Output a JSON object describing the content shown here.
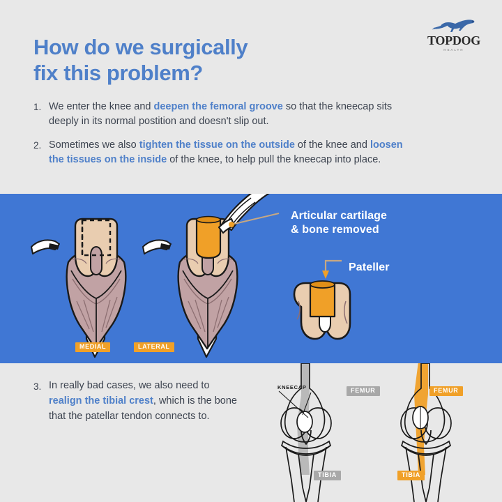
{
  "header": {
    "title_line1": "How do we surgically",
    "title_line2": "fix this problem?",
    "title_color": "#4f80c9",
    "background_color": "#e8e8e8"
  },
  "logo": {
    "icon": "leaping-dog-icon",
    "wordmark": "TOPDOG",
    "subtitle": "HEALTH"
  },
  "steps": [
    {
      "number": "1.",
      "parts": [
        {
          "text": "We enter the knee and ",
          "highlight": false
        },
        {
          "text": "deepen the femoral groove",
          "highlight": true
        },
        {
          "text": " so that the kneecap sits deeply in its normal postition and doesn't slip out.",
          "highlight": false
        }
      ]
    },
    {
      "number": "2.",
      "parts": [
        {
          "text": "Sometimes we also ",
          "highlight": false
        },
        {
          "text": "tighten the tissue on the outside",
          "highlight": true
        },
        {
          "text": " of the knee and ",
          "highlight": false
        },
        {
          "text": "loosen the tissues on the inside",
          "highlight": true
        },
        {
          "text": " of the knee, to help pull the kneecap into place.",
          "highlight": false
        }
      ]
    },
    {
      "number": "3.",
      "parts": [
        {
          "text": "In really bad cases, we also need to ",
          "highlight": false
        },
        {
          "text": "realign the tibial crest",
          "highlight": true
        },
        {
          "text": ", which is the bone that the patellar tendon connects to.",
          "highlight": false
        }
      ]
    }
  ],
  "illustration_panel": {
    "background_color": "#4077d4",
    "callouts": [
      {
        "id": "articular-cartilage",
        "line1": "Articular cartilage",
        "line2": "& bone removed"
      },
      {
        "id": "pateller",
        "line1": "Pateller",
        "line2": ""
      }
    ],
    "badges": [
      {
        "id": "medial",
        "label": "MEDIAL",
        "color": "#f0a028"
      },
      {
        "id": "lateral",
        "label": "LATERAL",
        "color": "#f0a028"
      }
    ],
    "figures": [
      {
        "id": "knee-before",
        "description": "knee joint with dashed outline marking groove to deepen"
      },
      {
        "id": "knee-after",
        "description": "knee joint with orange deepened femoral groove and surgical burr"
      },
      {
        "id": "trochlea-wedge",
        "description": "isolated trochlear block with orange removed wedge"
      }
    ]
  },
  "bottom_panel": {
    "background_color": "#e8e8e8",
    "bone_labels": [
      {
        "id": "kneecap",
        "label": "KNEECAP",
        "color": "#1a1a1a",
        "style": "plain"
      },
      {
        "id": "femur-misaligned",
        "label": "FEMUR",
        "color": "#a8a8a8",
        "style": "badge"
      },
      {
        "id": "tibia-misaligned",
        "label": "TIBIA",
        "color": "#a8a8a8",
        "style": "badge"
      },
      {
        "id": "femur-realigned",
        "label": "FEMUR",
        "color": "#f0a028",
        "style": "badge"
      },
      {
        "id": "tibia-realigned",
        "label": "TIBIA",
        "color": "#f0a028",
        "style": "badge"
      }
    ],
    "figures": [
      {
        "id": "leg-misaligned",
        "description": "front view of stifle with gray axis line offset from kneecap"
      },
      {
        "id": "leg-realigned",
        "description": "front view of stifle with orange realigned axis through kneecap"
      }
    ]
  },
  "palette": {
    "blue_panel": "#4077d4",
    "accent_blue": "#4f80c9",
    "orange": "#f0a028",
    "gray_badge": "#a8a8a8",
    "text_dark": "#3d4450",
    "page_bg": "#e8e8e8",
    "bone": "#e9cdb0",
    "muscle": "#c1a2a4"
  }
}
